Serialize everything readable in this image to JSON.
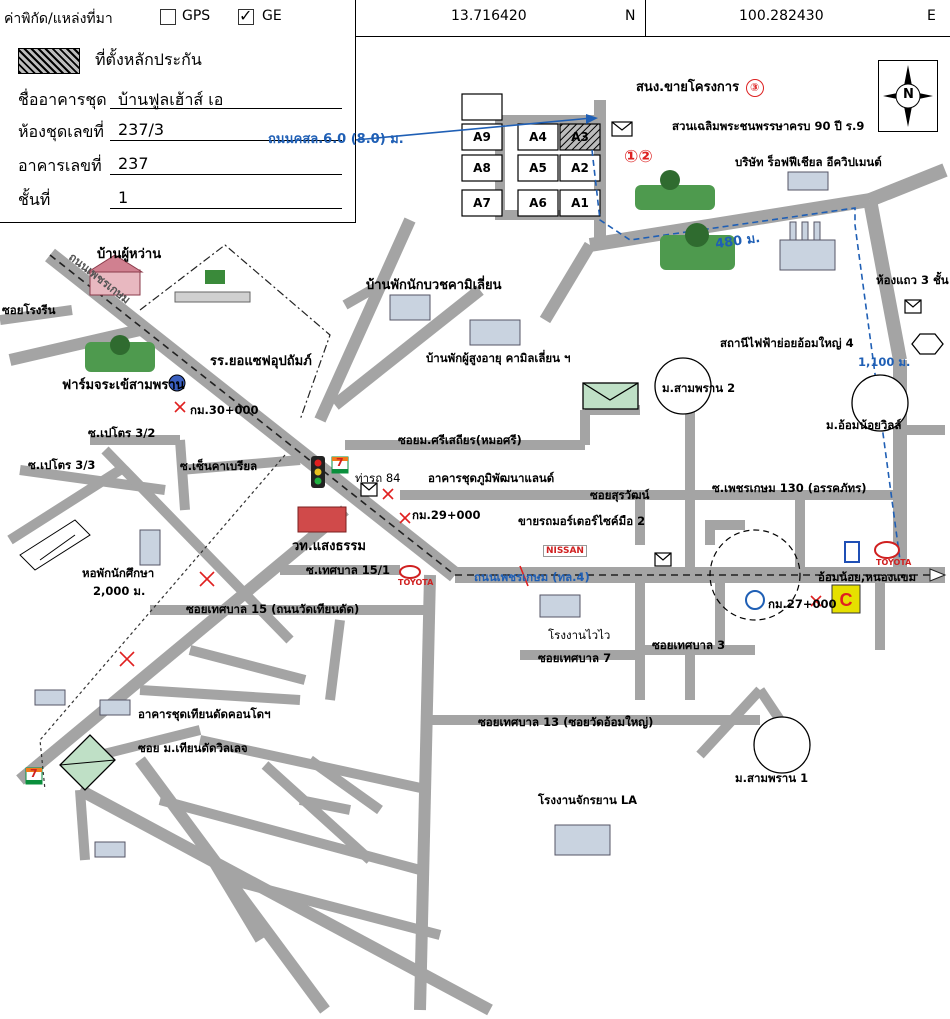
{
  "header": {
    "label": "ค่าพิกัด/แหล่งที่มา",
    "source_gps": "GPS",
    "source_ge": "GE",
    "gps_checked": false,
    "ge_checked": true,
    "lat": "13.716420",
    "lat_dir": "N",
    "lon": "100.282430",
    "lon_dir": "E"
  },
  "info": {
    "legend": "ที่ตั้งหลักประกัน",
    "condo_name_label": "ชื่ออาคารชุด",
    "condo_name": "บ้านฟูลเฮ้าส์ เอ",
    "unit_no_label": "ห้องชุดเลขที่",
    "unit_no": "237/3",
    "building_no_label": "อาคารเลขที่",
    "building_no": "237",
    "floor_label": "ชั้นที่",
    "floor": "1"
  },
  "blocks": [
    "A9",
    "A4",
    "A3",
    "A8",
    "A5",
    "A2",
    "A7",
    "A6",
    "A1"
  ],
  "compass_letter": "N",
  "labels": {
    "road_top": "ถนนคสล.6.0 (8.0) ม.",
    "sales_office": "สนง.ขายโครงการ",
    "circle3": "③",
    "circle12": "①②",
    "park": "สวนเฉลิมพระชนพรรษาครบ 90 ปี ร.9",
    "company": "บริษัท ร็อฟฟีเชียล อีควิปเมนต์",
    "dist480": "480 ม.",
    "shophouse": "ห้องแถว 3 ชั้น",
    "substation": "สถานีไฟฟ้าย่อยอ้อมใหญ่ 4",
    "dist1100": "1,100 ม.",
    "village_om_noi": "ม.อ้อมน้อยวิลล์",
    "village_samphran2": "ม.สามพราน 2",
    "pet_kasem130": "ซ.เพชรเกษม 130 (อรรคภัทร)",
    "soi_surawan": "ซอยสุรวัฒน์",
    "car_dealer": "ขายรถมอร์เตอร์ไซค์มือ 2",
    "main_road": "ถนนเพชรเกษม (ทล.4)",
    "om_noi_junction": "อ้อมน้อย,หนองแขม",
    "km27": "กม.27+000",
    "factory_vv": "โรงงานไวไว",
    "soi_thesaban7": "ซอยเทศบาล 7",
    "soi_thesaban3": "ซอยเทศบาล 3",
    "soi_thesaban13": "ซอยเทศบาล 13 (ซอยวัดอ้อมใหญ่)",
    "village_samphran1": "ม.สามพราน 1",
    "factory_la": "โรงงานจักรยาน LA",
    "house_village_head": "บ้านผู้หว่าน",
    "road_left": "ซอยโรงรีน",
    "pet_kasem_label": "ถนนเพชรเกษม",
    "school_yo": "รร.ยอแซฟอุปถัมภ์",
    "monk_house": "บ้านพักนักบวชคามิเลี่ยน",
    "elderly_house": "บ้านพักผู้สูงอายุ คามิลเลี่ยน ฯ",
    "farm": "ฟาร์มจระเข้สามพราน",
    "km30": "กม.30+000",
    "soi_srisathien": "ซอยม.ศรีเสถียร(หมอศรี)",
    "soi_petro32": "ซ.เปโตร 3/2",
    "soi_petro33": "ซ.เปโตร 3/3",
    "soi_senkhuri": "ซ.เซ็นคาเบรียล",
    "bus_stop": "ท่ารถ 84",
    "condo_phumiphat": "อาคารชุดภูมิพัฒนาแลนด์",
    "km29": "กม.29+000",
    "college": "วท.แสงธรรม",
    "dormitory": "หอพักนักศึกษา",
    "dist2000": "2,000 ม.",
    "soi_thesaban151": "ซ.เทศบาล 15/1",
    "soi_thesaban15": "ซอยเทศบาล 15 (ถนนวัดเทียนดัด)",
    "condo_thiandat": "อาคารชุดเทียนดัดคอนโดฯ",
    "soi_thiandat_village": "ซอย ม.เทียนดัดวิลเลจ",
    "nissan": "NISSAN",
    "toyota": "TOYOTA",
    "seven": "7"
  },
  "colors": {
    "road": "#a4a4a4",
    "blue_route": "#1f5fb5",
    "red_mark": "#e02020",
    "seven_green": "#0a8f3c",
    "seven_orange": "#f27a1a"
  }
}
